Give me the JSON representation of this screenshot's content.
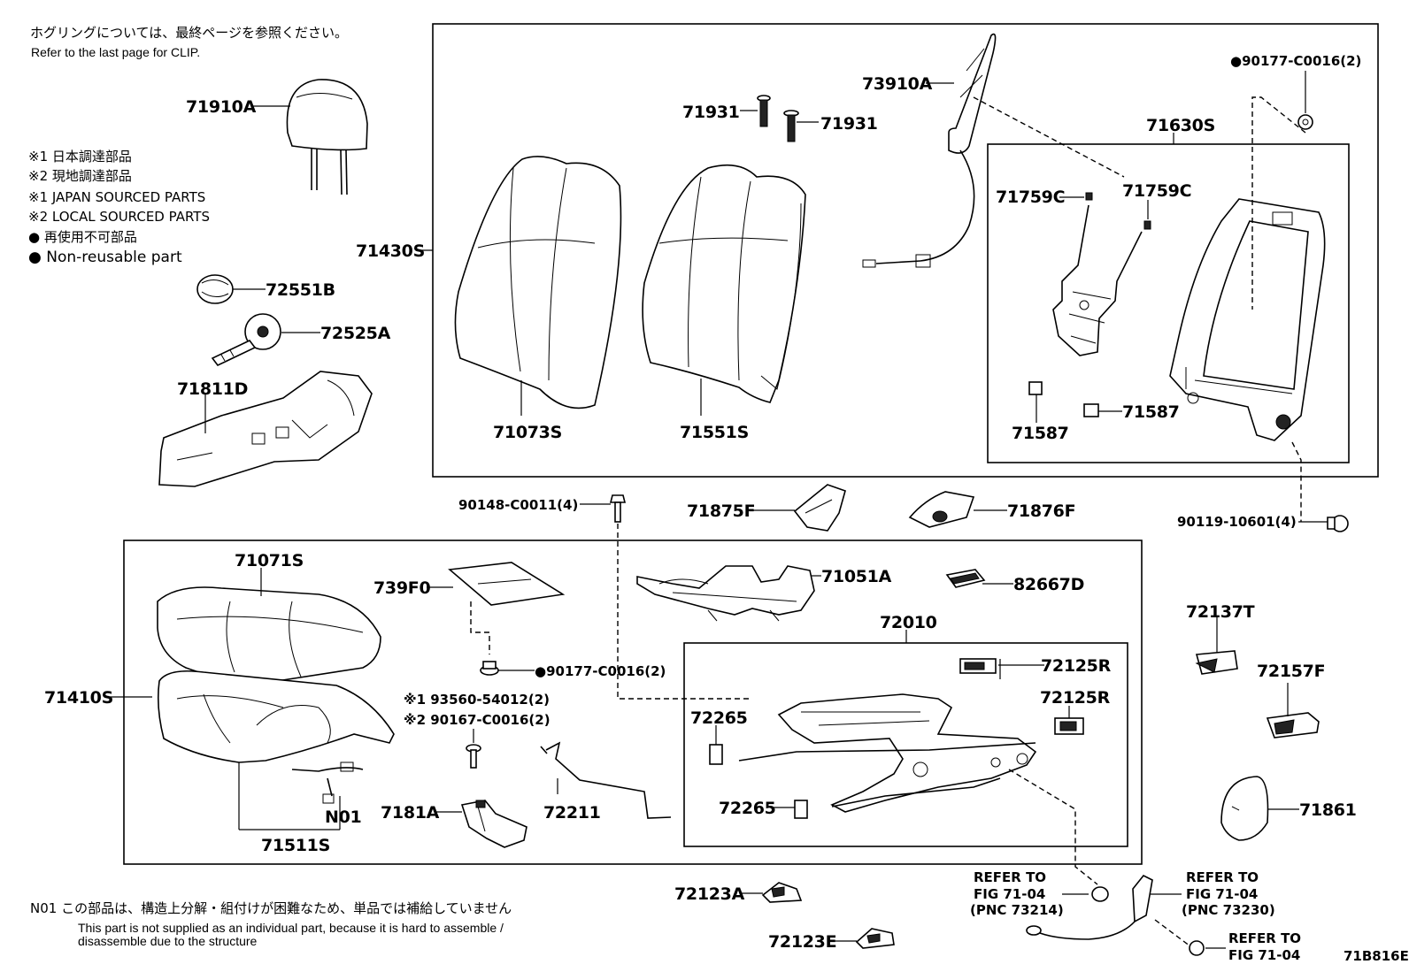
{
  "notes": {
    "clip_jp": "ホグリングについては、最終ページを参照ください。",
    "clip_en": "Refer to the last page for CLIP.",
    "legend_1_jp": "※1 日本調達部品",
    "legend_2_jp": "※2 現地調達部品",
    "legend_1_en": "※1 JAPAN SOURCED PARTS",
    "legend_2_en": "※2 LOCAL SOURCED PARTS",
    "nonreuse_jp": "● 再使用不可部品",
    "nonreuse_en": "● Non-reusable part",
    "n01_jp": "N01 この部品は、構造上分解・組付けが困難なため、単品では補給していません",
    "n01_en_1": "This part is not supplied as an individual part, because it is hard to assemble /",
    "n01_en_2": "disassemble due to the structure",
    "figure_id": "71B816E"
  },
  "labels": {
    "p71910A": "71910A",
    "p72551B": "72551B",
    "p72525A": "72525A",
    "p71811D": "71811D",
    "p71430S": "71430S",
    "p71073S": "71073S",
    "p71551S": "71551S",
    "p71931a": "71931",
    "p71931b": "71931",
    "p73910A": "73910A",
    "p90177a": "●90177-C0016(2)",
    "p71630S": "71630S",
    "p71759Ca": "71759C",
    "p71759Cb": "71759C",
    "p71587a": "71587",
    "p71587b": "71587",
    "p90148": "90148-C0011(4)",
    "p71875F": "71875F",
    "p71876F": "71876F",
    "p90119": "90119-10601(4)",
    "p71071S": "71071S",
    "p739F0": "739F0",
    "p71051A": "71051A",
    "p82667D": "82667D",
    "p72010": "72010",
    "p72137T": "72137T",
    "p71410S": "71410S",
    "p90177b": "●90177-C0016(2)",
    "p72125Ra": "72125R",
    "p72125Rb": "72125R",
    "p72157F": "72157F",
    "p93560": "※1 93560-54012(2)",
    "p90167": "※2 90167-C0016(2)",
    "p72265a": "72265",
    "p72265b": "72265",
    "pN01": "N01",
    "p7181A": "7181A",
    "p72211": "72211",
    "p71861": "71861",
    "p71511S": "71511S",
    "p72123A": "72123A",
    "p72123E": "72123E"
  },
  "refs": {
    "r1_1": "REFER TO",
    "r1_2": "FIG 71-04",
    "r1_3": "(PNC 73214)",
    "r2_1": "REFER TO",
    "r2_2": "FIG 71-04",
    "r2_3": "(PNC 73230)",
    "r3_1": "REFER TO",
    "r3_2": "FIG 71-04"
  }
}
